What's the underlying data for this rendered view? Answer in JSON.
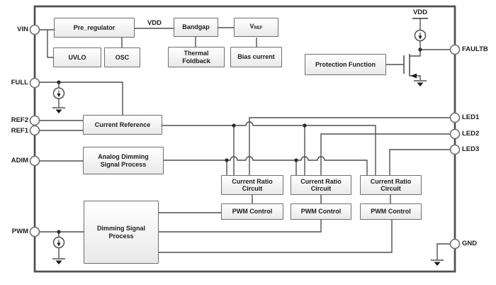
{
  "labels": {
    "vdd_rail": "VDD",
    "vdd_supply": "VDD"
  },
  "pins": {
    "vin": "VIN",
    "full": "FULL",
    "ref2": "REF2",
    "ref1": "REF1",
    "adim": "ADIM",
    "pwm": "PWM",
    "faultb": "FAULTB",
    "led1": "LED1",
    "led2": "LED2",
    "led3": "LED3",
    "gnd": "GND"
  },
  "blocks": {
    "pre_regulator": "Pre_regulator",
    "uvlo": "UVLO",
    "osc": "OSC",
    "bandgap": "Bandgap",
    "vref_main": "V",
    "vref_sub": "REF",
    "thermal_foldback": "Thermal\nFoldback",
    "bias_current": "Bias current",
    "protection": "Protection Function",
    "current_reference": "Current Reference",
    "analog_dimming": "Analog Dimming\nSignal Process",
    "dimming": "Dimming Signal\nProcess",
    "current_ratio": "Current Ratio\nCircuit",
    "pwm_control": "PWM Control"
  },
  "colors": {
    "wire": "#4f4f4f",
    "box_border": "#6e6e6e",
    "box_fill_top": "#ffffff",
    "box_fill_bottom": "#e9e9e9",
    "text": "#1b1b1b",
    "junction": "#2b2b2b"
  }
}
